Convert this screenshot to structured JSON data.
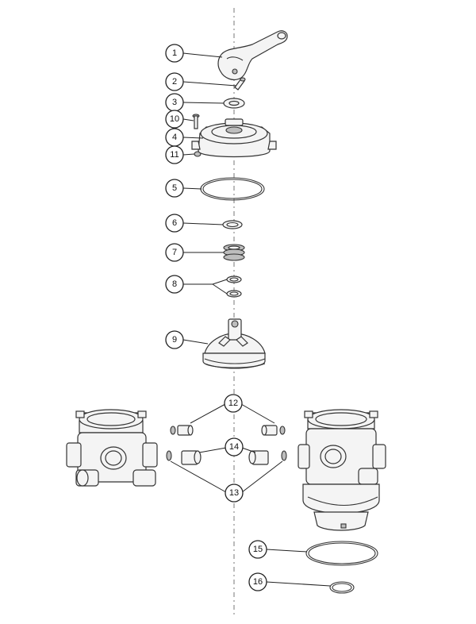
{
  "callouts": [
    {
      "id": "1",
      "label": "1"
    },
    {
      "id": "2",
      "label": "2"
    },
    {
      "id": "3",
      "label": "3"
    },
    {
      "id": "10",
      "label": "10"
    },
    {
      "id": "4",
      "label": "4"
    },
    {
      "id": "11",
      "label": "11"
    },
    {
      "id": "5",
      "label": "5"
    },
    {
      "id": "6",
      "label": "6"
    },
    {
      "id": "7",
      "label": "7"
    },
    {
      "id": "8",
      "label": "8"
    },
    {
      "id": "9",
      "label": "9"
    },
    {
      "id": "12",
      "label": "12"
    },
    {
      "id": "14",
      "label": "14"
    },
    {
      "id": "13",
      "label": "13"
    },
    {
      "id": "15",
      "label": "15"
    },
    {
      "id": "16",
      "label": "16"
    }
  ]
}
